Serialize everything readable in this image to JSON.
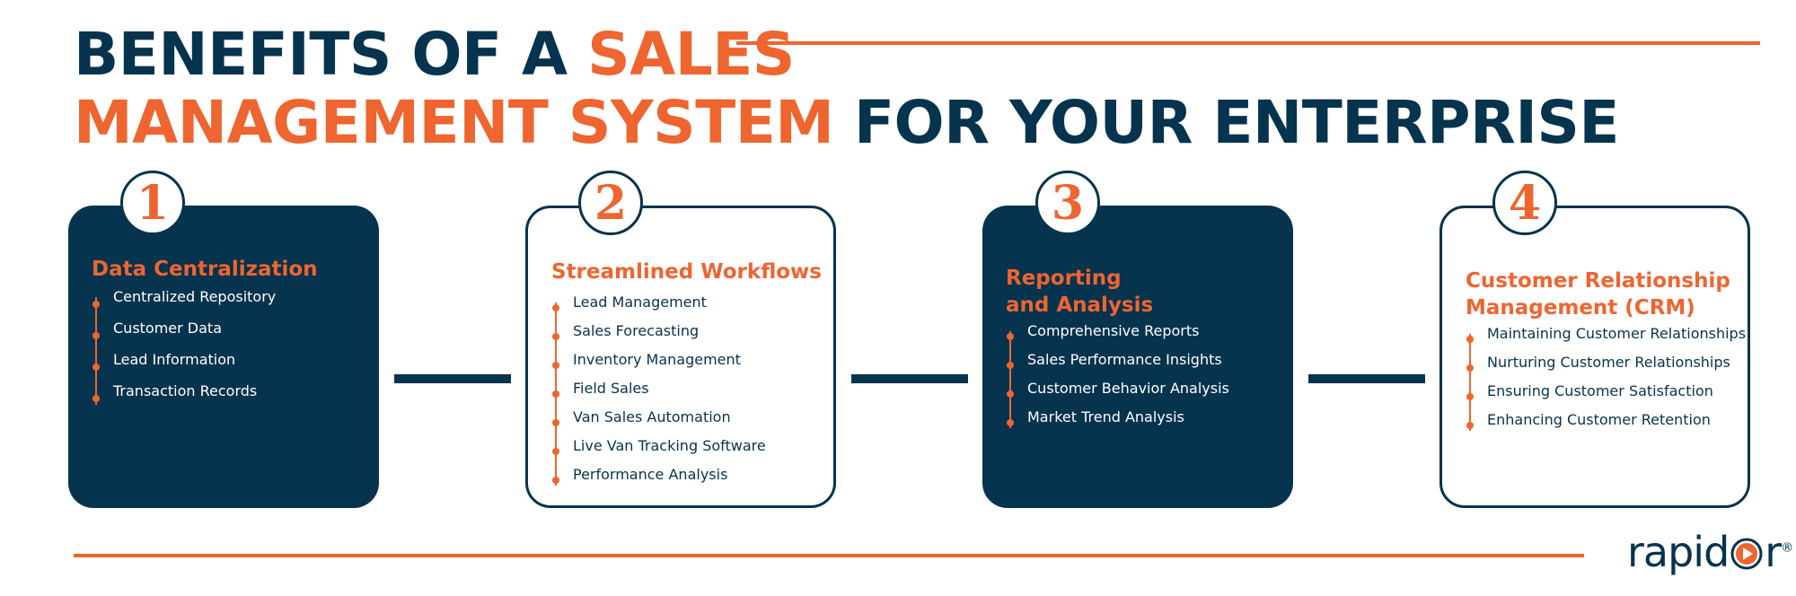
{
  "title": {
    "line1_part1": "BENEFITS OF A ",
    "line1_part2": "SALES",
    "line2_part1": "MANAGEMENT SYSTEM",
    "line2_part2": " FOR YOUR ENTERPRISE"
  },
  "colors": {
    "navy": "#06334d",
    "orange": "#ee6530"
  },
  "cards": [
    {
      "number": "1",
      "title": "Data Centralization",
      "style": "dark",
      "items": [
        "Centralized Repository",
        "Customer Data",
        "Lead Information",
        "Transaction Records"
      ]
    },
    {
      "number": "2",
      "title": "Streamlined Workflows",
      "style": "light",
      "items": [
        "Lead Management",
        "Sales Forecasting",
        "Inventory Management",
        "Field Sales",
        "Van Sales Automation",
        "Live Van Tracking Software",
        "Performance Analysis"
      ]
    },
    {
      "number": "3",
      "title_line1": "Reporting",
      "title_line2": "and Analysis",
      "style": "dark",
      "items": [
        "Comprehensive Reports",
        "Sales Performance Insights",
        "Customer Behavior Analysis",
        "Market Trend Analysis"
      ]
    },
    {
      "number": "4",
      "title_line1": "Customer Relationship",
      "title_line2": "Management (CRM)",
      "style": "light",
      "items": [
        "Maintaining Customer Relationships",
        "Nurturing Customer Relationships",
        "Ensuring Customer Satisfaction",
        "Enhancing Customer Retention"
      ]
    }
  ],
  "logo": {
    "text_prefix": "rapid",
    "text_suffix": "r",
    "registered": "®",
    "icon": "play-circle-icon"
  }
}
